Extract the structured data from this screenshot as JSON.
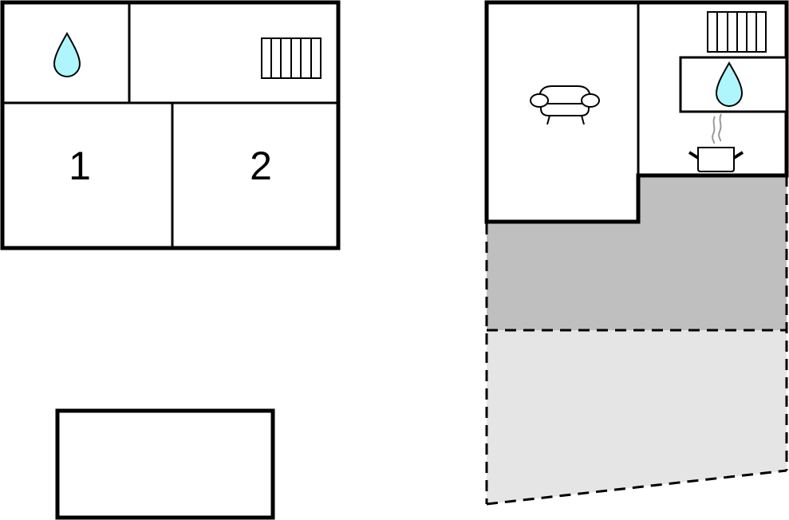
{
  "diagram": {
    "type": "floor-plan",
    "colors": {
      "wall": "#000000",
      "background": "#ffffff",
      "water": "#aef6fb",
      "terrace_dark": "#bfbfbf",
      "terrace_light": "#e5e5e5",
      "steam": "#999999"
    },
    "floor_left": {
      "rooms": [
        {
          "id": "bathroom",
          "icon": "water-drop-icon"
        },
        {
          "id": "hallway",
          "icon": "radiator-icon"
        },
        {
          "id": "bedroom-1",
          "label": "1"
        },
        {
          "id": "bedroom-2",
          "label": "2"
        }
      ]
    },
    "floor_right": {
      "rooms": [
        {
          "id": "living-room",
          "icon": "sofa-icon"
        },
        {
          "id": "kitchen",
          "icons": [
            "radiator-icon",
            "water-drop-icon",
            "cooking-pot-icon"
          ]
        }
      ],
      "areas": [
        {
          "id": "covered-terrace",
          "style": "dark-gray"
        },
        {
          "id": "open-terrace",
          "style": "light-gray"
        }
      ]
    },
    "annex": {
      "id": "outbuilding"
    }
  }
}
